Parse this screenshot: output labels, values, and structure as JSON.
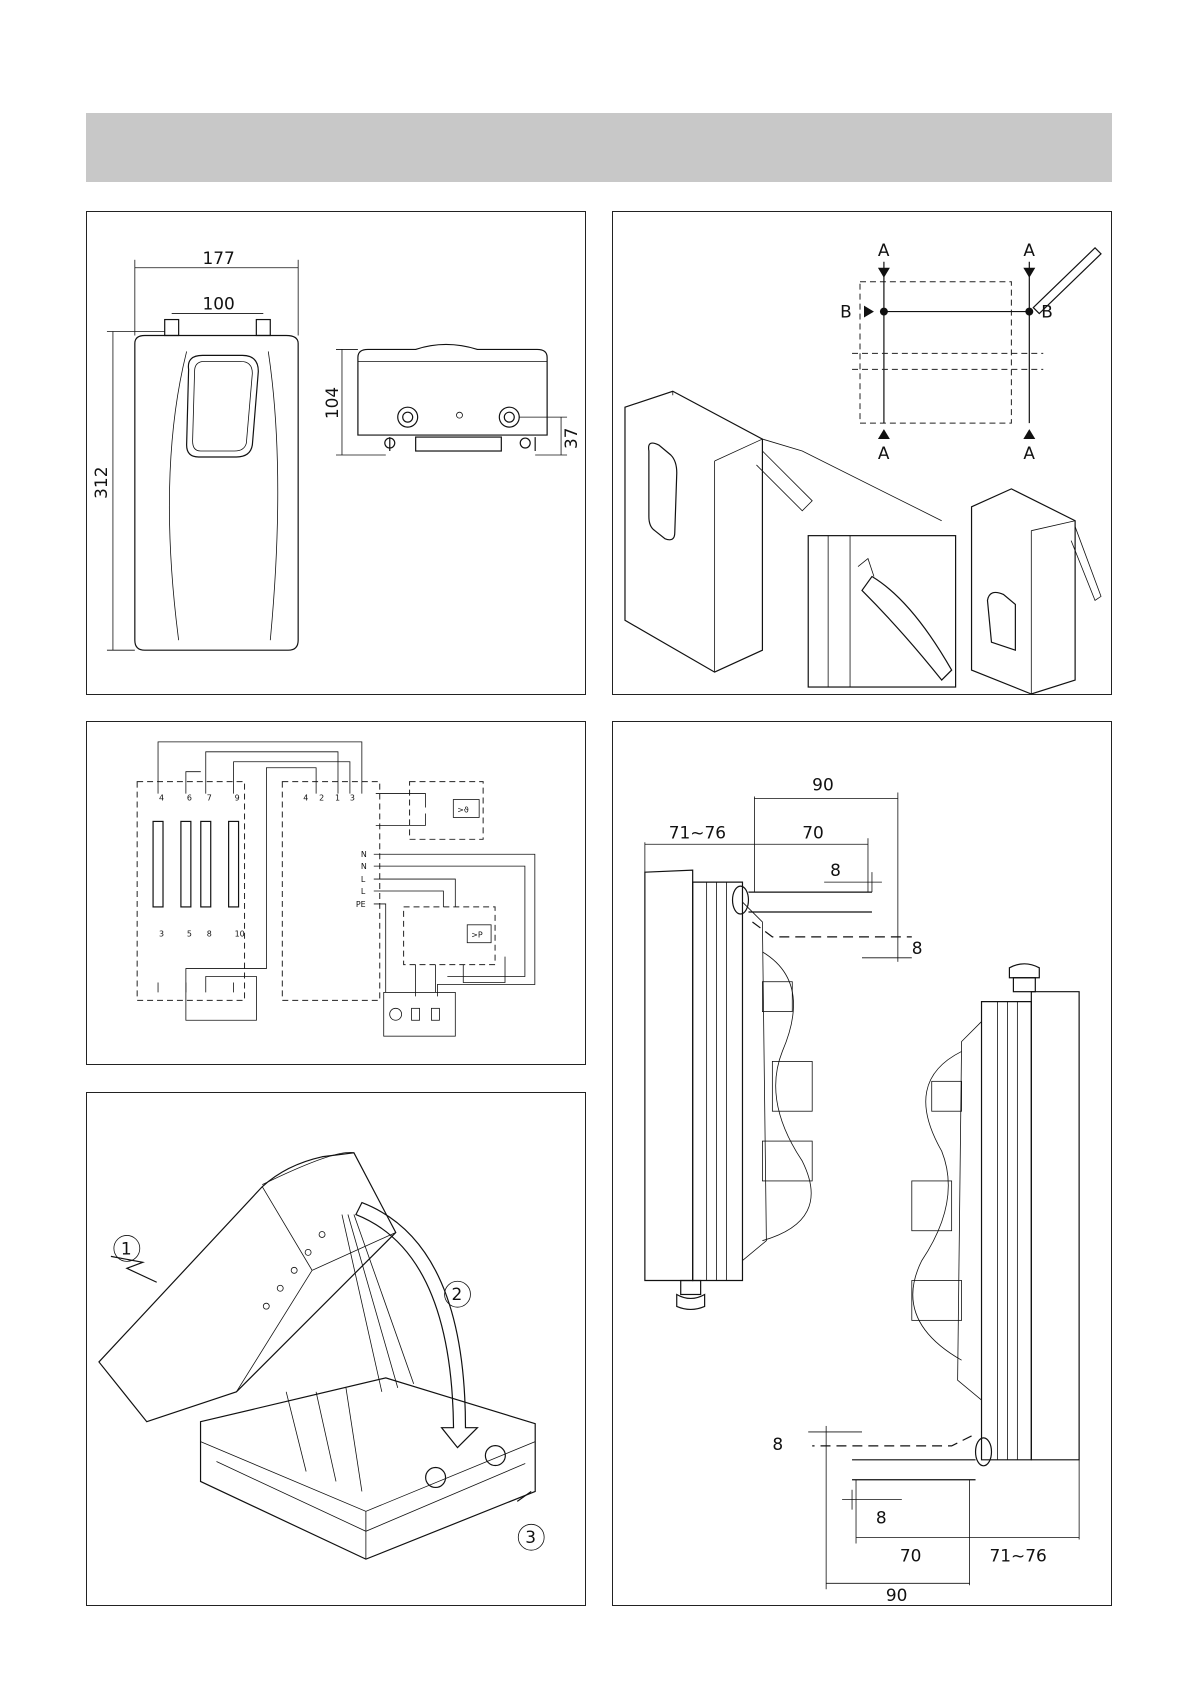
{
  "panel_dimensions": {
    "width": "177",
    "connection_spacing": "100",
    "height": "312",
    "depth": "104",
    "connection_height": "37"
  },
  "panel_mounting": {
    "marker_a": "A",
    "marker_b": "B"
  },
  "panel_wiring": {
    "terminals_heater_top": [
      "4",
      "6",
      "7",
      "9"
    ],
    "terminals_heater_bottom": [
      "3",
      "5",
      "8",
      "10"
    ],
    "terminals_board": [
      "4",
      "2",
      "1",
      "3"
    ],
    "supply_labels": [
      "N",
      "N",
      "L",
      "L",
      "PE"
    ],
    "temperature_switch": ">ϑ",
    "pressure_switch": ">P"
  },
  "panel_cover": {
    "step_1": "1",
    "step_2": "2",
    "step_3": "3"
  },
  "panel_cables": {
    "top": {
      "d90": "90",
      "d70": "70",
      "d7176": "71~76",
      "d8a": "8",
      "d8b": "8"
    },
    "bottom": {
      "d90": "90",
      "d70": "70",
      "d7176": "71~76",
      "d8a": "8",
      "d8b": "8"
    }
  }
}
